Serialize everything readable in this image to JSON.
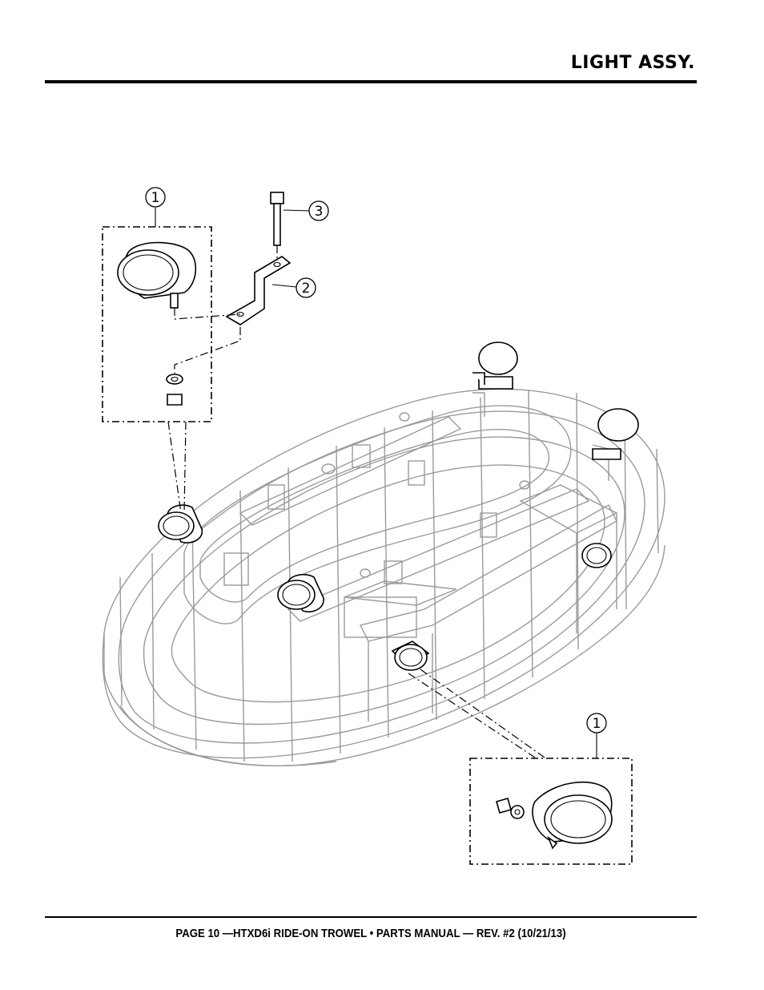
{
  "header": {
    "title": "LIGHT ASSY."
  },
  "footer": {
    "text": "PAGE 10 —HTXD6i RIDE-ON TROWEL • PARTS MANUAL — REV. #2 (10/21/13)"
  },
  "callouts": {
    "top_light": "1",
    "bracket": "2",
    "bolt": "3",
    "bottom_light": "1"
  }
}
